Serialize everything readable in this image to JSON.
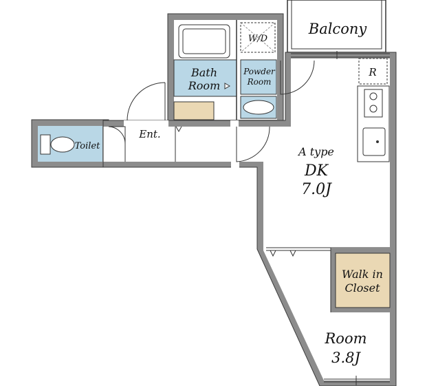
{
  "rooms": {
    "balcony": "Balcony",
    "wd": "W/D",
    "fridge": "R",
    "bath_line1": "Bath",
    "bath_line2": "Room",
    "powder_line1": "Powder",
    "powder_line2": "Room",
    "entrance": "Ent.",
    "toilet": "Toilet",
    "type": "A type",
    "dk": "DK",
    "dk_size": "7.0J",
    "closet_line1": "Walk in",
    "closet_line2": "Closet",
    "room": "Room",
    "room_size": "3.8J"
  },
  "colors": {
    "wall": "#8c8c8c",
    "wall_edge": "#3a3a3a",
    "wet_area": "#b9d7e6",
    "storage": "#ead8b4"
  }
}
